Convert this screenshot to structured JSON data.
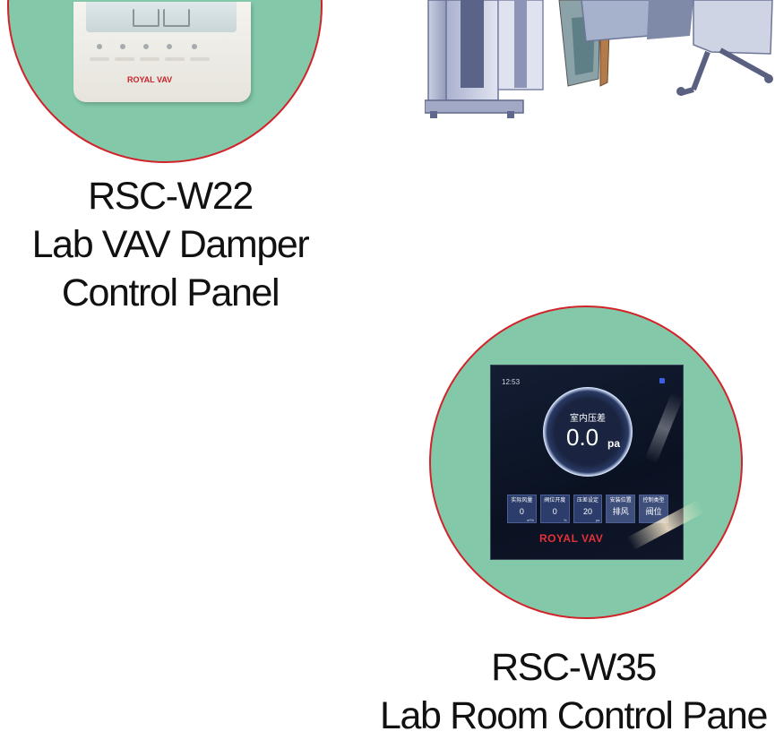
{
  "products": [
    {
      "model": "RSC-W22",
      "line2": "Lab VAV Damper",
      "line3": "Control Panel",
      "device": {
        "brand": "ROYAL VAV"
      }
    },
    {
      "model": "RSC-W35",
      "line2": "Lab Room Control Pane",
      "device": {
        "time": "12:53",
        "title": "室内压差",
        "value": "0.0",
        "unit": "pa",
        "brand": "ROYAL VAV",
        "tiles": [
          {
            "label": "实际风量",
            "value": "0",
            "unit": "m³/h"
          },
          {
            "label": "阀位开度",
            "value": "0",
            "unit": "%"
          },
          {
            "label": "压差设定",
            "value": "20",
            "unit": "pa"
          },
          {
            "label": "安装位置",
            "value": "排风",
            "unit": ""
          },
          {
            "label": "控制类型",
            "value": "阀位",
            "unit": ""
          }
        ]
      }
    }
  ],
  "colors": {
    "circle_fill": "#83c9a9",
    "circle_border": "#d2232a",
    "brand_red": "#c8232c"
  },
  "icons": [
    "thermostat-panel-image",
    "lab-fume-hood-bench-image",
    "touch-screen-controller-image"
  ]
}
